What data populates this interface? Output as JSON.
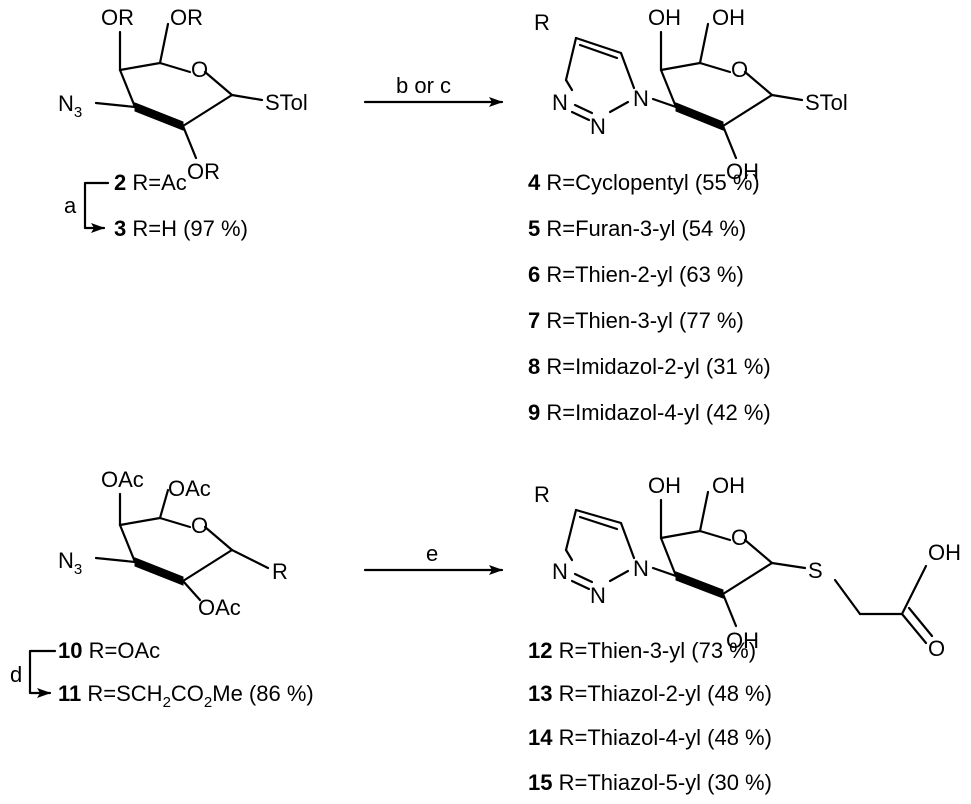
{
  "top": {
    "sm": {
      "or_tl": "OR",
      "or_tr": "OR",
      "ring_o": "O",
      "n3": "N",
      "n3_sub": "3",
      "stol": "STol",
      "or_b": "OR"
    },
    "step_a": "a",
    "cmpd2": {
      "num": "2",
      "text": " R=Ac"
    },
    "cmpd3": {
      "num": "3",
      "text": " R=H (97 %)"
    },
    "arrow_label": "b or c",
    "prod": {
      "r": "R",
      "n_a": "N",
      "n_b": "N",
      "n_c": "N",
      "oh_tl": "OH",
      "oh_tr": "OH",
      "ring_o": "O",
      "stol": "STol",
      "oh_b": "OH"
    },
    "products": [
      {
        "num": "4",
        "text": " R=Cyclopentyl (55 %)"
      },
      {
        "num": "5",
        "text": " R=Furan-3-yl (54 %)"
      },
      {
        "num": "6",
        "text": " R=Thien-2-yl (63 %)"
      },
      {
        "num": "7",
        "text": " R=Thien-3-yl (77 %)"
      },
      {
        "num": "8",
        "text": " R=Imidazol-2-yl (31 %)"
      },
      {
        "num": "9",
        "text": " R=Imidazol-4-yl (42 %)"
      }
    ]
  },
  "bottom": {
    "sm": {
      "oac_tl": "OAc",
      "oac_tr": "OAc",
      "ring_o": "O",
      "n3": "N",
      "n3_sub": "3",
      "r": "R",
      "oac_b": "OAc"
    },
    "step_d": "d",
    "cmpd10": {
      "num": "10",
      "text": " R=OAc"
    },
    "cmpd11": {
      "num": "11",
      "t1": " R=SCH",
      "s1": "2",
      "t2": "CO",
      "s2": "2",
      "t3": "Me (86 %)"
    },
    "arrow_label": "e",
    "prod": {
      "r": "R",
      "n_a": "N",
      "n_b": "N",
      "n_c": "N",
      "oh_tl": "OH",
      "oh_tr": "OH",
      "ring_o": "O",
      "s": "S",
      "oh_b": "OH",
      "cooh_oh": "OH",
      "cooh_o": "O"
    },
    "products": [
      {
        "num": "12",
        "text": " R=Thien-3-yl (73 %)"
      },
      {
        "num": "13",
        "text": " R=Thiazol-2-yl (48 %)"
      },
      {
        "num": "14",
        "text": " R=Thiazol-4-yl (48 %)"
      },
      {
        "num": "15",
        "text": " R=Thiazol-5-yl (30 %)"
      }
    ]
  }
}
